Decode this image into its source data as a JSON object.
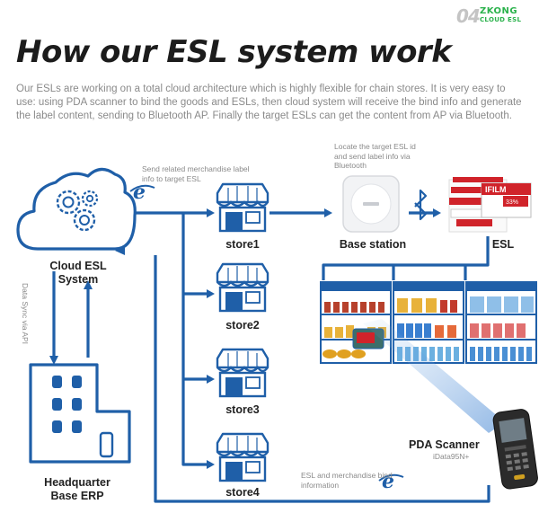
{
  "badge": {
    "number": "04",
    "brand": "ZKONG",
    "sub": "CLOUD ESL"
  },
  "title": "How our ESL system work",
  "intro": "Our ESLs are working on a total cloud architecture which is highly flexible for chain stores. It is very easy to use: using PDA scanner to bind the goods and ESLs, then cloud system will receive the bind info and generate the label content, sending to Bluetooth AP. Finally the target ESLs can get the content from AP via Bluetooth.",
  "nodes": {
    "cloud": {
      "line1": "Cloud ESL",
      "line2": "System"
    },
    "headquarter": {
      "line1": "Headquarter",
      "line2": "Base ERP"
    },
    "base_station": "Base station",
    "esl": "ESL",
    "stores": [
      "store1",
      "store2",
      "store3",
      "store4"
    ],
    "pda": {
      "name": "PDA Scanner",
      "model": "iData95N+"
    }
  },
  "annotations": {
    "send_merch": "Send related merchandise label info to target ESL",
    "locate": "Locate the target ESL id and send label info via Bluetooth",
    "data_sync": "Data Sync via API",
    "bind": "ESL and merchandise bind information"
  },
  "colors": {
    "primary": "#1f5fa8",
    "accent": "#2bb24c",
    "red": "#d0232a",
    "grey_text": "#8a8a8a"
  },
  "icons": [
    "cloud-gears-icon",
    "ie-browser-icon",
    "store-icon",
    "router-icon",
    "bluetooth-icon",
    "esl-tags-icon",
    "building-icon",
    "shelf-icon",
    "pda-scanner-icon"
  ]
}
